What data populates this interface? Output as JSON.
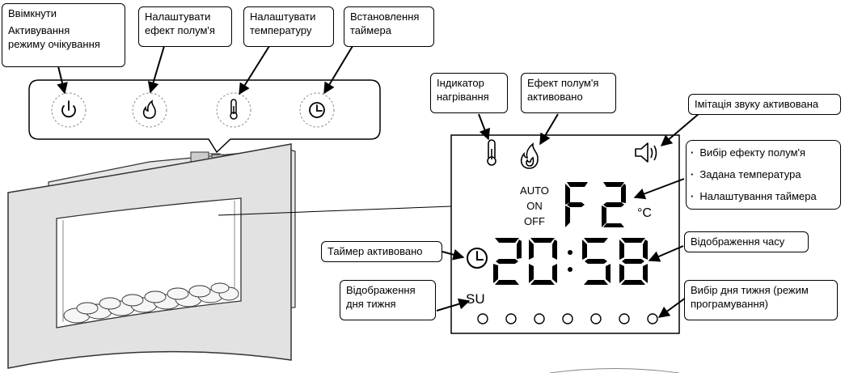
{
  "control_labels": {
    "power_on": "Ввімкнути",
    "standby_1": "Активування",
    "standby_2": "режиму очікування",
    "flame_1": "Налаштувати",
    "flame_2": "ефект полум'я",
    "temp_1": "Налаштувати",
    "temp_2": "температуру",
    "timer_1": "Встановлення",
    "timer_2": "таймера"
  },
  "display_labels": {
    "heat_indicator_1": "Індикатор",
    "heat_indicator_2": "нагрівання",
    "flame_active_1": "Ефект полум'я",
    "flame_active_2": "активовано",
    "sound_active": "Імітація звуку активована",
    "flame_select": "Вибір ефекту полум'я",
    "set_temperature": "Задана температура",
    "timer_setting": "Налаштування таймера",
    "time_display": "Відображення часу",
    "timer_active": "Таймер активовано",
    "day_display_1": "Відображення",
    "day_display_2": "дня тижня",
    "day_select_1": "Вибір дня тижня (режим",
    "day_select_2": "програмування)"
  },
  "screen": {
    "mode_auto": "AUTO",
    "mode_on": "ON",
    "mode_off": "OFF",
    "flame_code": "F2",
    "unit": "°C",
    "time": "20:58",
    "day": "SU",
    "day_dot_count": 7
  },
  "icons": [
    "power-icon",
    "flame-icon",
    "thermometer-icon",
    "clock-icon",
    "speaker-icon"
  ]
}
